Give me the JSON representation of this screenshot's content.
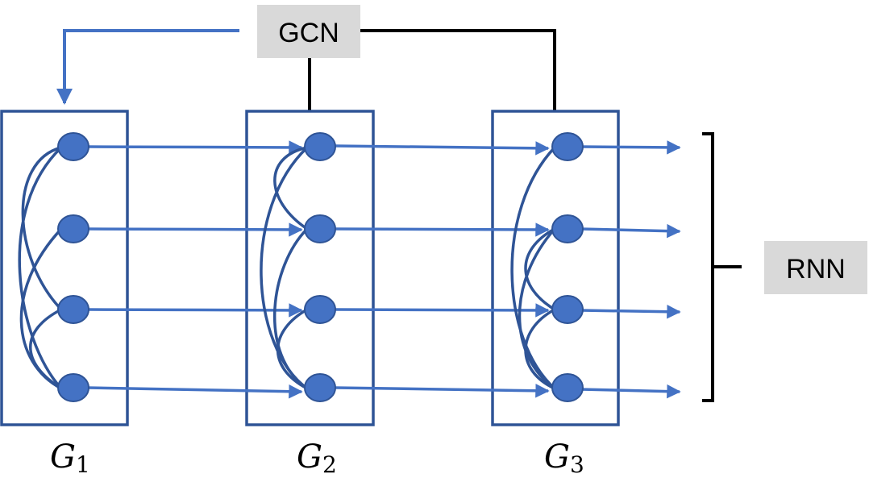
{
  "colors": {
    "node_fill": "#4472c4",
    "frame_stroke": "#2f5496",
    "arrow": "#4472c4",
    "connector": "#000000",
    "label_box": "#d9d9d9"
  },
  "gcn_label": "GCN",
  "rnn_label": "RNN",
  "graphs": [
    {
      "letter": "G",
      "subscript": "1"
    },
    {
      "letter": "G",
      "subscript": "2"
    },
    {
      "letter": "G",
      "subscript": "3"
    }
  ]
}
